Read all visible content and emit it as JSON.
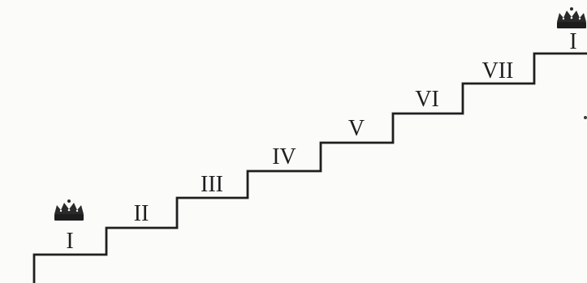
{
  "diagram": {
    "steps": [
      {
        "label": "I",
        "crown": true
      },
      {
        "label": "II",
        "crown": false
      },
      {
        "label": "III",
        "crown": false
      },
      {
        "label": "IV",
        "crown": false
      },
      {
        "label": "V",
        "crown": false
      },
      {
        "label": "VI",
        "crown": false
      },
      {
        "label": "VII",
        "crown": false
      },
      {
        "label": "I",
        "crown": true
      }
    ],
    "icons": {
      "crown": "royal-crown-icon"
    }
  }
}
